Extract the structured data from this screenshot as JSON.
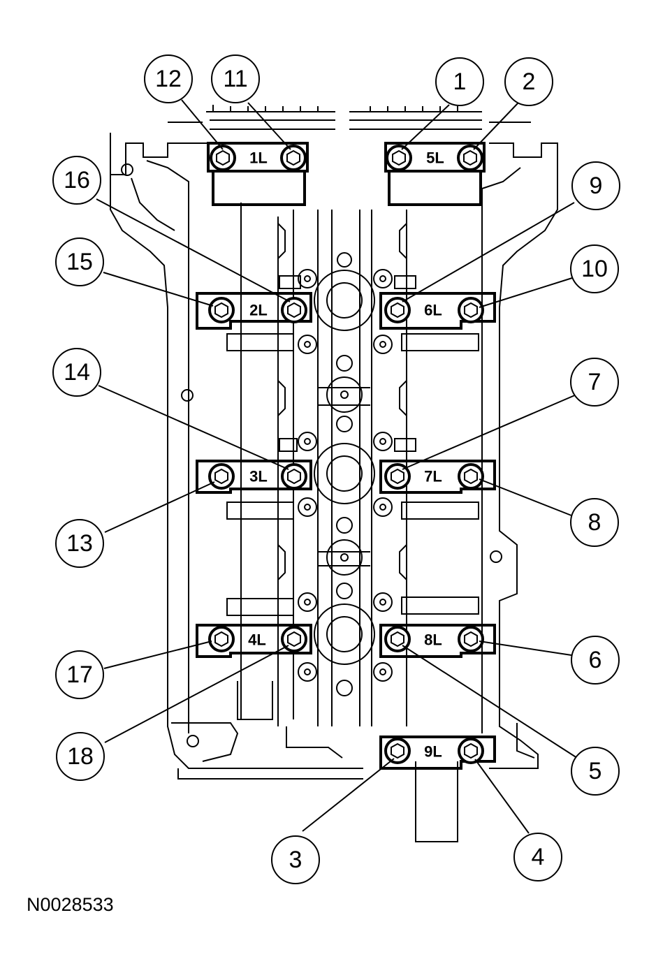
{
  "diagram": {
    "figure_id": "N0028533",
    "cap_labels": {
      "cap_1": "1L",
      "cap_2": "2L",
      "cap_3": "3L",
      "cap_4": "4L",
      "cap_5": "5L",
      "cap_6": "6L",
      "cap_7": "7L",
      "cap_8": "8L",
      "cap_9": "9L"
    },
    "bolt_callouts": {
      "b1": "1",
      "b2": "2",
      "b3": "3",
      "b4": "4",
      "b5": "5",
      "b6": "6",
      "b7": "7",
      "b8": "8",
      "b9": "9",
      "b10": "10",
      "b11": "11",
      "b12": "12",
      "b13": "13",
      "b14": "14",
      "b15": "15",
      "b16": "16",
      "b17": "17",
      "b18": "18"
    }
  }
}
